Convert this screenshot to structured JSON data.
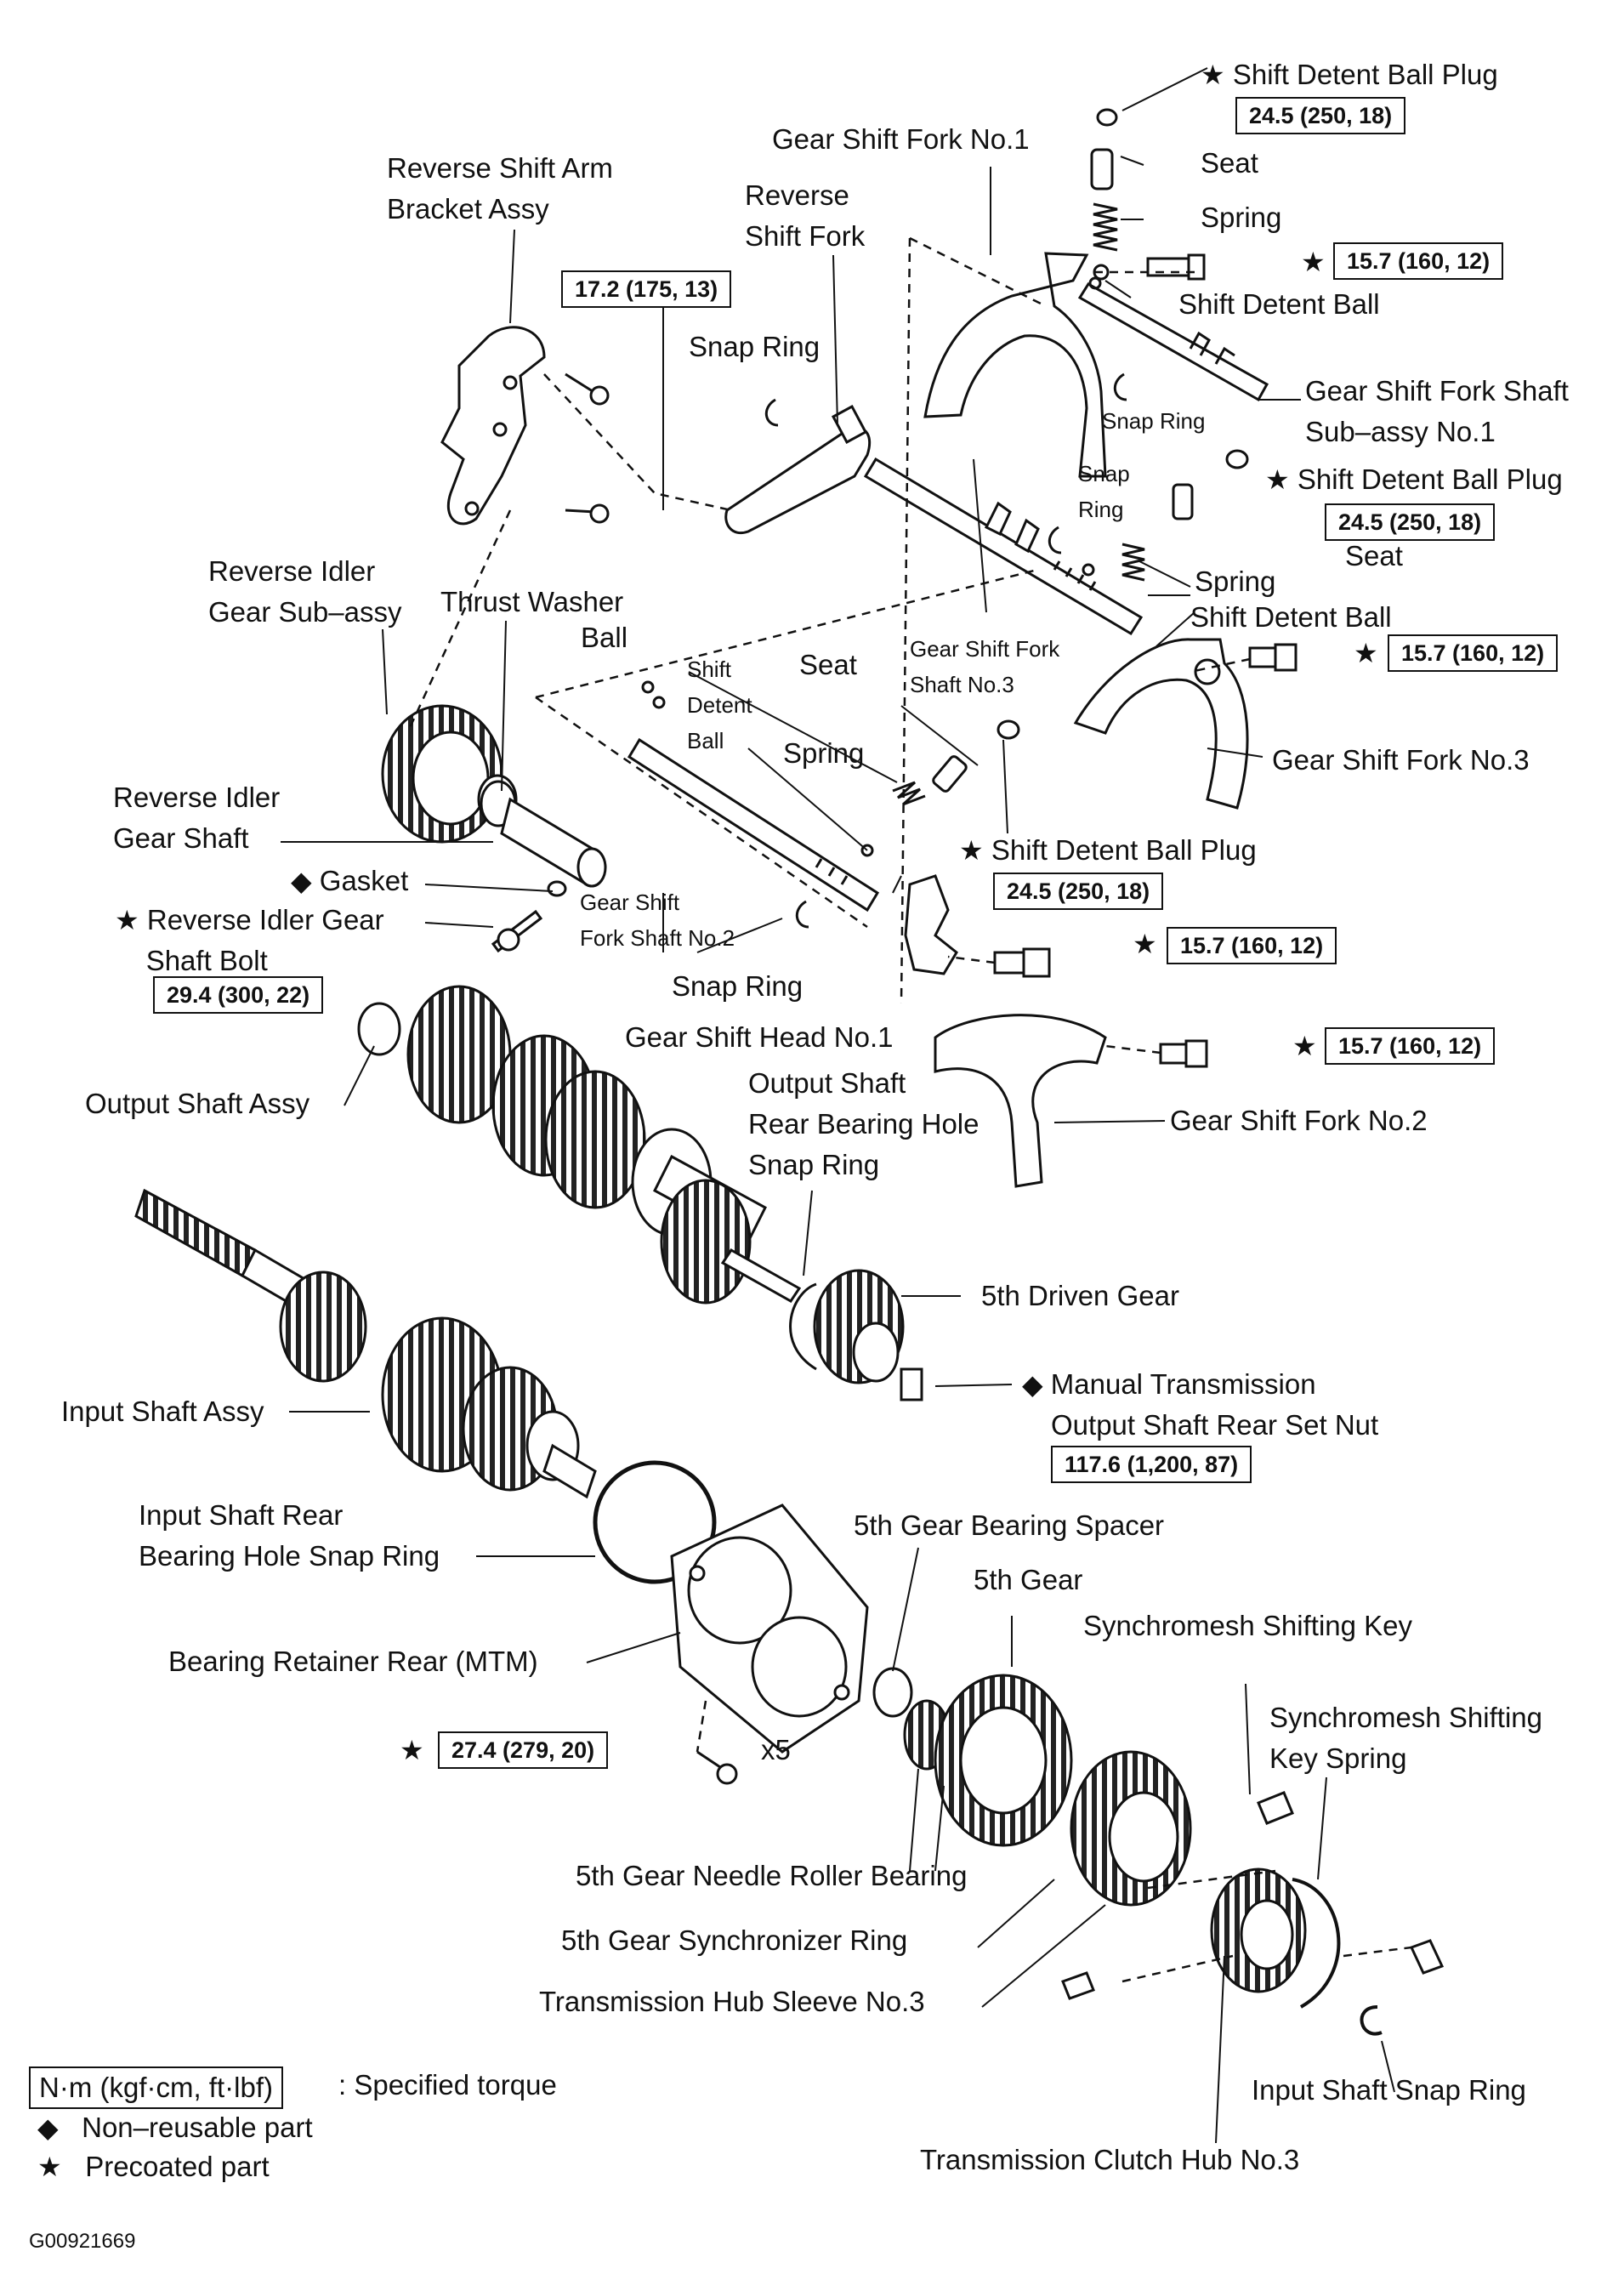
{
  "figure_id": "G00921669",
  "symbols": {
    "star": "★",
    "diamond": "◆"
  },
  "legend": {
    "torque_box": "N·m (kgf·cm, ft·lbf)",
    "torque_meaning": ": Specified torque",
    "diamond_meaning": "Non–reusable part",
    "star_meaning": "Precoated part"
  },
  "labels": {
    "shift_detent_ball_plug_top": "Shift Detent Ball Plug",
    "gear_shift_fork_no1": "Gear Shift Fork No.1",
    "seat_top": "Seat",
    "spring_top": "Spring",
    "reverse_shift_arm_1": "Reverse Shift Arm",
    "reverse_shift_arm_2": "Bracket Assy",
    "reverse_shift_fork_1": "Reverse",
    "reverse_shift_fork_2": "Shift Fork",
    "shift_detent_ball_top": "Shift Detent Ball",
    "snap_ring_upper": "Snap Ring",
    "gear_shift_fork_shaft_no1_1": "Gear Shift Fork Shaft",
    "gear_shift_fork_shaft_no1_2": "Sub–assy No.1",
    "snap_ring_small_1": "Snap Ring",
    "snap_ring_small_2a": "Snap",
    "snap_ring_small_2b": "Ring",
    "shift_detent_ball_plug_mid": "Shift Detent Ball Plug",
    "seat_mid": "Seat",
    "spring_mid": "Spring",
    "shift_detent_ball_mid": "Shift Detent Ball",
    "reverse_idler_gear_1": "Reverse Idler",
    "reverse_idler_gear_2": "Gear Sub–assy",
    "thrust_washer": "Thrust Washer",
    "ball": "Ball",
    "shift_detent_ball_left_1": "Shift",
    "shift_detent_ball_left_2": "Detent",
    "shift_detent_ball_left_3": "Ball",
    "seat_left": "Seat",
    "spring_left": "Spring",
    "gear_shift_fork_shaft_no3_1": "Gear Shift Fork",
    "gear_shift_fork_shaft_no3_2": "Shaft No.3",
    "gear_shift_fork_no3": "Gear Shift Fork No.3",
    "reverse_idler_gear_shaft_1": "Reverse Idler",
    "reverse_idler_gear_shaft_2": "Gear Shaft",
    "shift_detent_ball_plug_low": "Shift Detent Ball Plug",
    "gasket": "Gasket",
    "gear_shift_fork_shaft_no2_1": "Gear Shift",
    "gear_shift_fork_shaft_no2_2": "Fork Shaft No.2",
    "reverse_idler_gear_shaft_bolt_1": "Reverse Idler Gear",
    "reverse_idler_gear_shaft_bolt_2": "Shaft Bolt",
    "snap_ring_lower": "Snap Ring",
    "gear_shift_head_no1": "Gear Shift Head No.1",
    "output_shaft_assy": "Output Shaft Assy",
    "output_shaft_rear_bearing_1": "Output Shaft",
    "output_shaft_rear_bearing_2": "Rear Bearing Hole",
    "output_shaft_rear_bearing_3": "Snap Ring",
    "gear_shift_fork_no2": "Gear Shift Fork No.2",
    "fifth_driven_gear": "5th Driven Gear",
    "output_shaft_rear_set_nut_1": "Manual Transmission",
    "output_shaft_rear_set_nut_2": "Output Shaft Rear Set Nut",
    "input_shaft_assy": "Input Shaft Assy",
    "input_shaft_rear_bearing_1": "Input Shaft Rear",
    "input_shaft_rear_bearing_2": "Bearing Hole Snap Ring",
    "fifth_gear_bearing_spacer": "5th Gear Bearing Spacer",
    "fifth_gear": "5th Gear",
    "synchromesh_shifting_key": "Synchromesh Shifting Key",
    "bearing_retainer_rear": "Bearing Retainer Rear (MTM)",
    "synchromesh_key_spring_1": "Synchromesh Shifting",
    "synchromesh_key_spring_2": "Key Spring",
    "x5": "x5",
    "fifth_gear_needle_roller_bearing": "5th Gear Needle Roller Bearing",
    "fifth_gear_synchronizer_ring": "5th Gear Synchronizer Ring",
    "transmission_hub_sleeve_no3": "Transmission Hub Sleeve No.3",
    "input_shaft_snap_ring": "Input Shaft Snap Ring",
    "transmission_clutch_hub_no3": "Transmission Clutch Hub No.3"
  },
  "torque_specs": {
    "plug_top": "24.5 (250, 18)",
    "bracket_bolt": "17.2 (175, 13)",
    "shaft1_bolt": "15.7 (160, 12)",
    "plug_mid": "24.5 (250, 18)",
    "fork3_bolt": "15.7 (160, 12)",
    "plug_low": "24.5 (250, 18)",
    "head_bolt": "15.7 (160, 12)",
    "idler_bolt": "29.4 (300, 22)",
    "fork2_bolt": "15.7 (160, 12)",
    "set_nut": "117.6 (1,200, 87)",
    "retainer_bolt": "27.4 (279, 20)"
  }
}
